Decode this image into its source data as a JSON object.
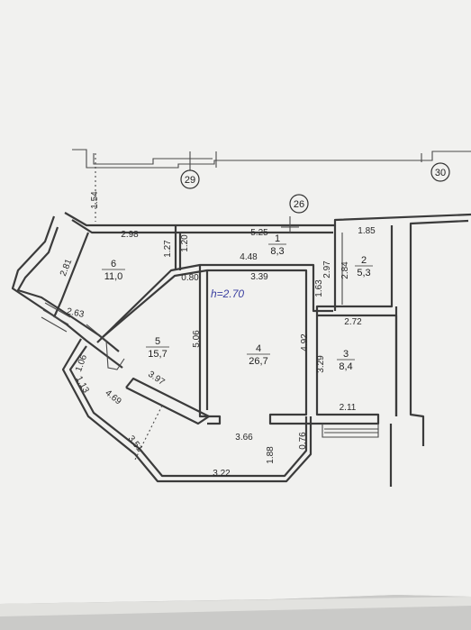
{
  "plan": {
    "axes": [
      "29",
      "30",
      "26"
    ],
    "height_note": "h=2.70",
    "rooms": [
      {
        "number": "1",
        "area": "8,3"
      },
      {
        "number": "2",
        "area": "5,3"
      },
      {
        "number": "3",
        "area": "8,4"
      },
      {
        "number": "4",
        "area": "26,7"
      },
      {
        "number": "5",
        "area": "15,7"
      },
      {
        "number": "6",
        "area": "11,0"
      }
    ],
    "dimensions": [
      "1.54",
      "2.98",
      "5.25",
      "1.85",
      "1.27",
      "1.20",
      "2.81",
      "4.48",
      "0.80",
      "3.39",
      "2.97",
      "2.84",
      "1.63",
      "2.63",
      "2.72",
      "5.06",
      "4.92",
      "3.29",
      "1.06",
      "1.13",
      "3.97",
      "4.69",
      "3.51",
      "2.11",
      "3.66",
      "0.76",
      "1.88",
      "3.22"
    ]
  },
  "colors": {
    "paper": "#f4f4f2",
    "line": "#3b3b3b",
    "shadow": "#c9c9c7",
    "ink": "#3a3fa0"
  }
}
